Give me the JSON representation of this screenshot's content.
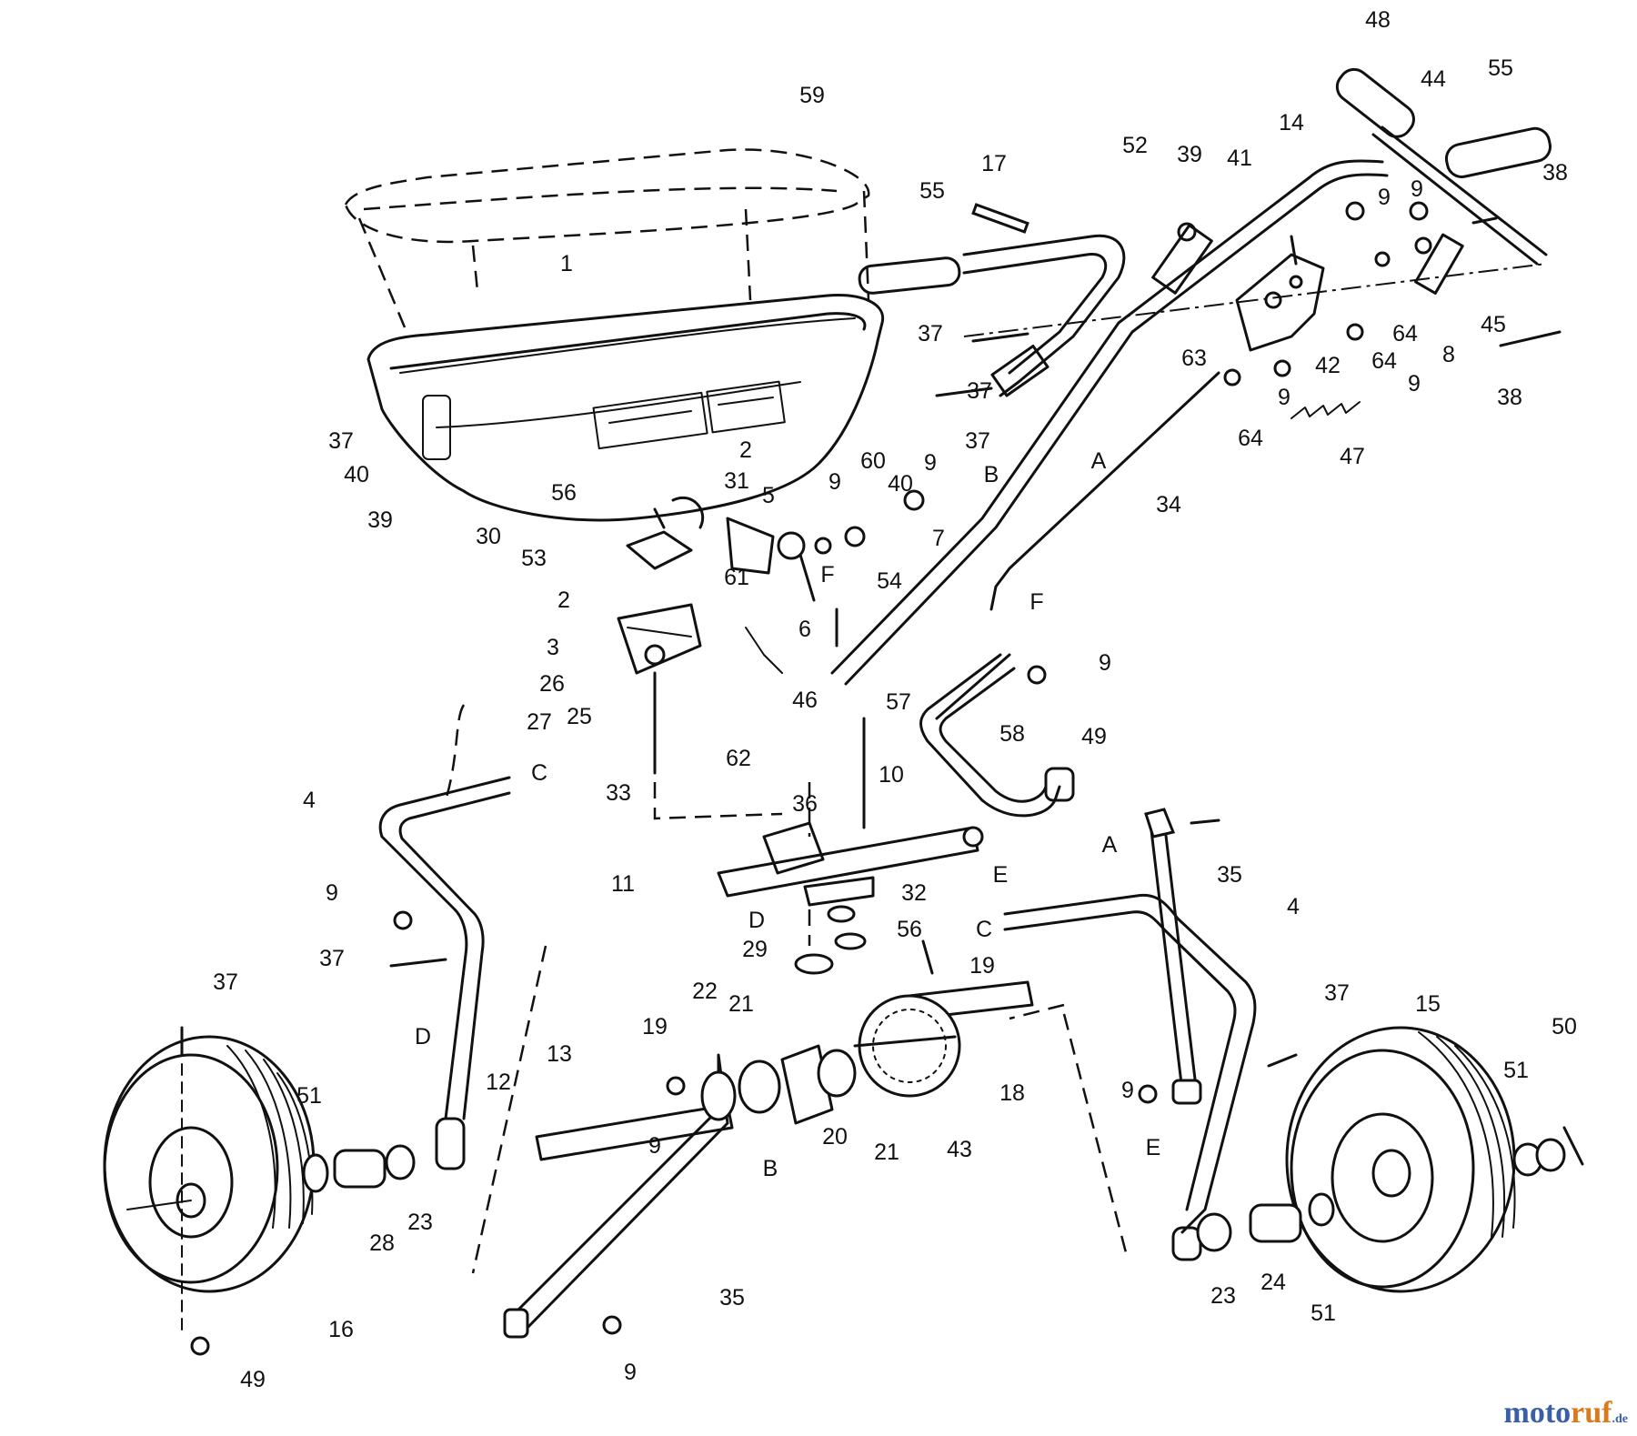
{
  "labels": [
    {
      "id": "59",
      "text": "59"
    },
    {
      "id": "1",
      "text": "1"
    },
    {
      "id": "37a",
      "text": "37"
    },
    {
      "id": "40a",
      "text": "40"
    },
    {
      "id": "39a",
      "text": "39"
    },
    {
      "id": "56a",
      "text": "56"
    },
    {
      "id": "2a",
      "text": "2"
    },
    {
      "id": "31",
      "text": "31"
    },
    {
      "id": "30",
      "text": "30"
    },
    {
      "id": "53",
      "text": "53"
    },
    {
      "id": "5",
      "text": "5"
    },
    {
      "id": "2b",
      "text": "2"
    },
    {
      "id": "3",
      "text": "3"
    },
    {
      "id": "61",
      "text": "61"
    },
    {
      "id": "26",
      "text": "26"
    },
    {
      "id": "25",
      "text": "25"
    },
    {
      "id": "27",
      "text": "27"
    },
    {
      "id": "33",
      "text": "33"
    },
    {
      "id": "62",
      "text": "62"
    },
    {
      "id": "46",
      "text": "46"
    },
    {
      "id": "6",
      "text": "6"
    },
    {
      "id": "F1",
      "text": "F"
    },
    {
      "id": "9a",
      "text": "9"
    },
    {
      "id": "60",
      "text": "60"
    },
    {
      "id": "40b",
      "text": "40"
    },
    {
      "id": "9b",
      "text": "9"
    },
    {
      "id": "7",
      "text": "7"
    },
    {
      "id": "54",
      "text": "54"
    },
    {
      "id": "55a",
      "text": "55"
    },
    {
      "id": "17",
      "text": "17"
    },
    {
      "id": "37b",
      "text": "37"
    },
    {
      "id": "37c",
      "text": "37"
    },
    {
      "id": "37d",
      "text": "37"
    },
    {
      "id": "52",
      "text": "52"
    },
    {
      "id": "39b",
      "text": "39"
    },
    {
      "id": "41",
      "text": "41"
    },
    {
      "id": "14",
      "text": "14"
    },
    {
      "id": "48",
      "text": "48"
    },
    {
      "id": "44",
      "text": "44"
    },
    {
      "id": "55b",
      "text": "55"
    },
    {
      "id": "9c",
      "text": "9"
    },
    {
      "id": "9d",
      "text": "9"
    },
    {
      "id": "38a",
      "text": "38"
    },
    {
      "id": "45",
      "text": "45"
    },
    {
      "id": "38b",
      "text": "38"
    },
    {
      "id": "8",
      "text": "8"
    },
    {
      "id": "64a",
      "text": "64"
    },
    {
      "id": "64b",
      "text": "64"
    },
    {
      "id": "9e",
      "text": "9"
    },
    {
      "id": "42",
      "text": "42"
    },
    {
      "id": "63",
      "text": "63"
    },
    {
      "id": "9f",
      "text": "9"
    },
    {
      "id": "64c",
      "text": "64"
    },
    {
      "id": "47",
      "text": "47"
    },
    {
      "id": "B1",
      "text": "B"
    },
    {
      "id": "A1",
      "text": "A"
    },
    {
      "id": "34",
      "text": "34"
    },
    {
      "id": "F2",
      "text": "F"
    },
    {
      "id": "9g",
      "text": "9"
    },
    {
      "id": "57",
      "text": "57"
    },
    {
      "id": "58",
      "text": "58"
    },
    {
      "id": "49a",
      "text": "49"
    },
    {
      "id": "10",
      "text": "10"
    },
    {
      "id": "36",
      "text": "36"
    },
    {
      "id": "E1",
      "text": "E"
    },
    {
      "id": "11",
      "text": "11"
    },
    {
      "id": "D1",
      "text": "D"
    },
    {
      "id": "32",
      "text": "32"
    },
    {
      "id": "56b",
      "text": "56"
    },
    {
      "id": "29",
      "text": "29"
    },
    {
      "id": "19a",
      "text": "19"
    },
    {
      "id": "4a",
      "text": "4"
    },
    {
      "id": "C1",
      "text": "C"
    },
    {
      "id": "9h",
      "text": "9"
    },
    {
      "id": "37e",
      "text": "37"
    },
    {
      "id": "37f",
      "text": "37"
    },
    {
      "id": "A2",
      "text": "A"
    },
    {
      "id": "35a",
      "text": "35"
    },
    {
      "id": "C2",
      "text": "C"
    },
    {
      "id": "4b",
      "text": "4"
    },
    {
      "id": "37g",
      "text": "37"
    },
    {
      "id": "22",
      "text": "22"
    },
    {
      "id": "21a",
      "text": "21"
    },
    {
      "id": "19b",
      "text": "19"
    },
    {
      "id": "D2",
      "text": "D"
    },
    {
      "id": "12",
      "text": "12"
    },
    {
      "id": "13",
      "text": "13"
    },
    {
      "id": "51a",
      "text": "51"
    },
    {
      "id": "28",
      "text": "28"
    },
    {
      "id": "23a",
      "text": "23"
    },
    {
      "id": "16",
      "text": "16"
    },
    {
      "id": "49b",
      "text": "49"
    },
    {
      "id": "20",
      "text": "20"
    },
    {
      "id": "21b",
      "text": "21"
    },
    {
      "id": "43",
      "text": "43"
    },
    {
      "id": "18",
      "text": "18"
    },
    {
      "id": "9i",
      "text": "9"
    },
    {
      "id": "B2",
      "text": "B"
    },
    {
      "id": "35b",
      "text": "35"
    },
    {
      "id": "9j",
      "text": "9"
    },
    {
      "id": "9k",
      "text": "9"
    },
    {
      "id": "E2",
      "text": "E"
    },
    {
      "id": "15",
      "text": "15"
    },
    {
      "id": "50",
      "text": "50"
    },
    {
      "id": "51b",
      "text": "51"
    },
    {
      "id": "23b",
      "text": "23"
    },
    {
      "id": "24",
      "text": "24"
    },
    {
      "id": "51c",
      "text": "51"
    }
  ],
  "watermark": {
    "part1": "moto",
    "part2": "ruf",
    "suffix": ".de"
  }
}
